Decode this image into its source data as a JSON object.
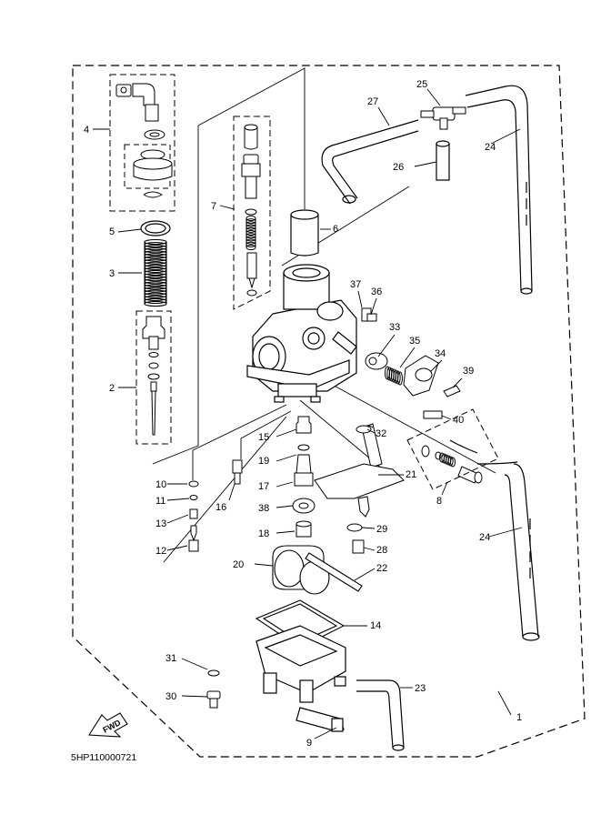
{
  "diagram": {
    "code": "5HP110000721",
    "direction_label": "FWD",
    "callouts": [
      {
        "id": "c1",
        "label": "1"
      },
      {
        "id": "c2",
        "label": "2"
      },
      {
        "id": "c3",
        "label": "3"
      },
      {
        "id": "c4",
        "label": "4"
      },
      {
        "id": "c5",
        "label": "5"
      },
      {
        "id": "c6",
        "label": "6"
      },
      {
        "id": "c7",
        "label": "7"
      },
      {
        "id": "c8",
        "label": "8"
      },
      {
        "id": "c9",
        "label": "9"
      },
      {
        "id": "c10",
        "label": "10"
      },
      {
        "id": "c11",
        "label": "11"
      },
      {
        "id": "c12",
        "label": "12"
      },
      {
        "id": "c13",
        "label": "13"
      },
      {
        "id": "c14",
        "label": "14"
      },
      {
        "id": "c15",
        "label": "15"
      },
      {
        "id": "c16",
        "label": "16"
      },
      {
        "id": "c17",
        "label": "17"
      },
      {
        "id": "c18",
        "label": "18"
      },
      {
        "id": "c19",
        "label": "19"
      },
      {
        "id": "c20",
        "label": "20"
      },
      {
        "id": "c21",
        "label": "21"
      },
      {
        "id": "c22",
        "label": "22"
      },
      {
        "id": "c23",
        "label": "23"
      },
      {
        "id": "c24a",
        "label": "24"
      },
      {
        "id": "c24b",
        "label": "24"
      },
      {
        "id": "c25",
        "label": "25"
      },
      {
        "id": "c26",
        "label": "26"
      },
      {
        "id": "c27",
        "label": "27"
      },
      {
        "id": "c28",
        "label": "28"
      },
      {
        "id": "c29",
        "label": "29"
      },
      {
        "id": "c30",
        "label": "30"
      },
      {
        "id": "c31",
        "label": "31"
      },
      {
        "id": "c32",
        "label": "32"
      },
      {
        "id": "c33",
        "label": "33"
      },
      {
        "id": "c34",
        "label": "34"
      },
      {
        "id": "c35",
        "label": "35"
      },
      {
        "id": "c36",
        "label": "36"
      },
      {
        "id": "c37",
        "label": "37"
      },
      {
        "id": "c38",
        "label": "38"
      },
      {
        "id": "c39",
        "label": "39"
      },
      {
        "id": "c40",
        "label": "40"
      }
    ]
  }
}
